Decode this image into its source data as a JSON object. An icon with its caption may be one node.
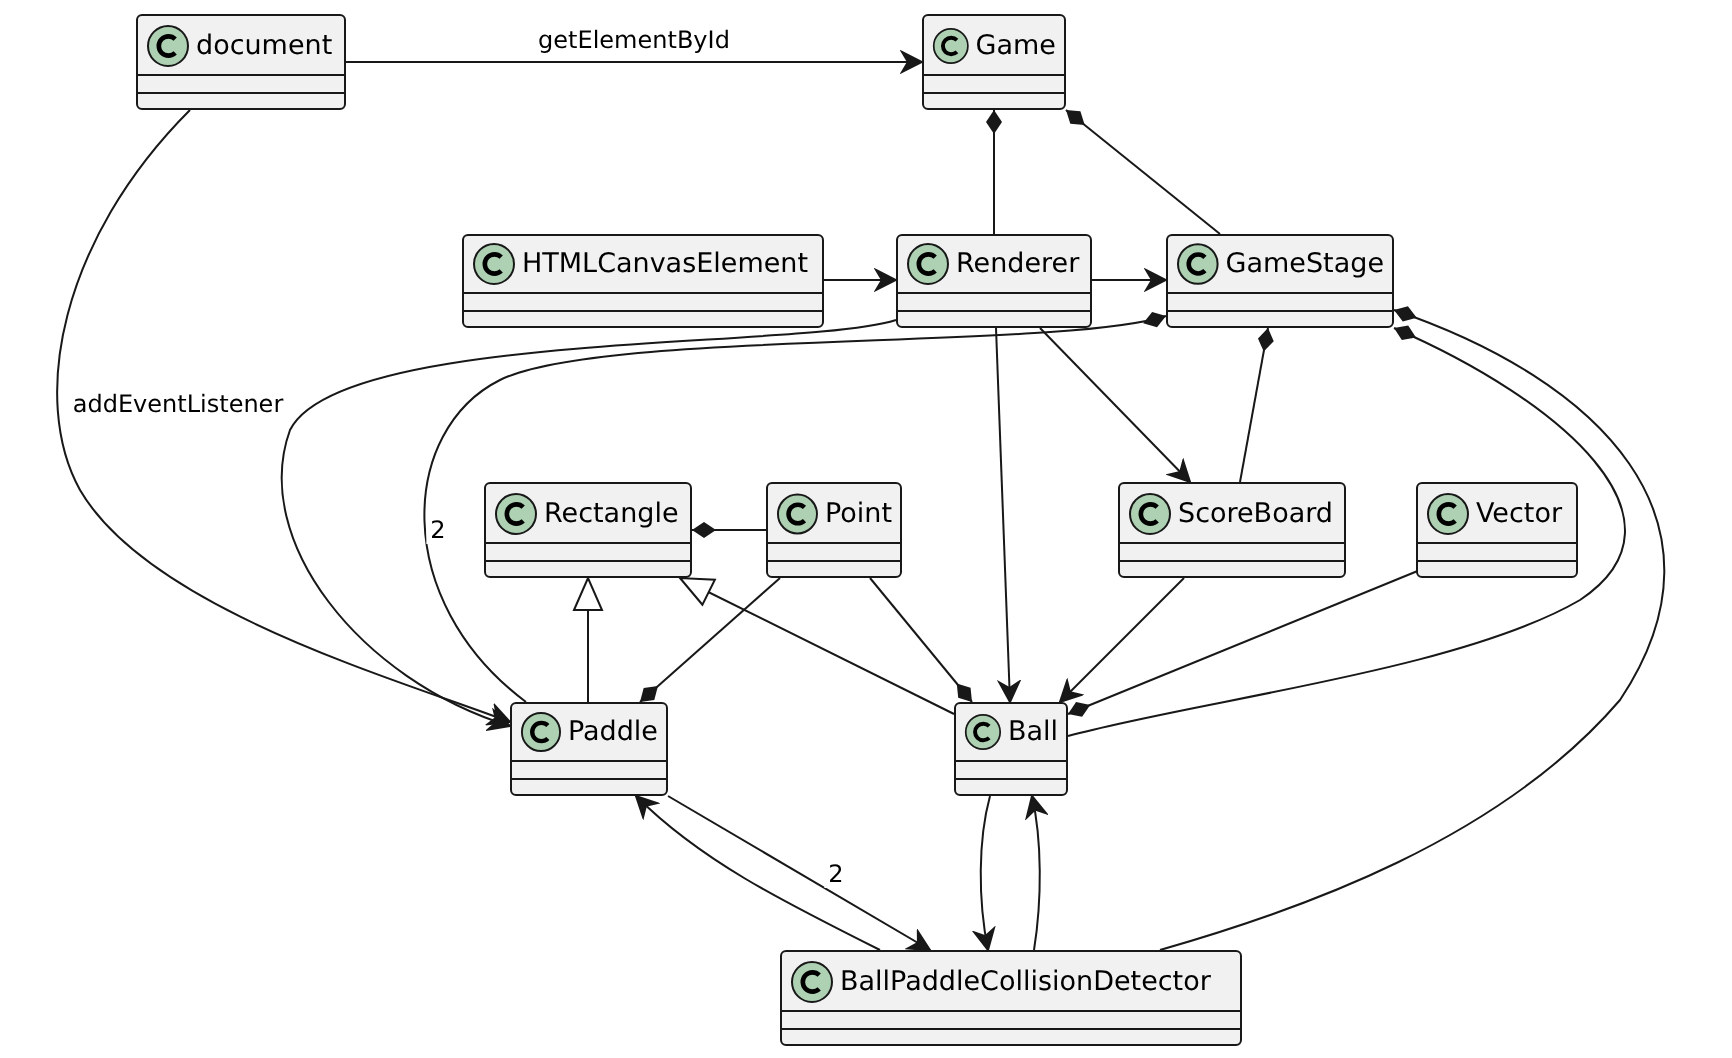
{
  "diagram": {
    "nodes": [
      {
        "text": [
          "document"
        ]
      },
      {
        "text": [
          "Game"
        ]
      },
      {
        "text": [
          "HTMLCanvasElement"
        ]
      },
      {
        "text": [
          "Renderer"
        ]
      },
      {
        "text": [
          "GameStage"
        ]
      },
      {
        "text": [
          "Rectangle"
        ]
      },
      {
        "text": [
          "Point"
        ]
      },
      {
        "text": [
          "ScoreBoard"
        ]
      },
      {
        "text": [
          "Vector"
        ]
      },
      {
        "text": [
          "Paddle"
        ]
      },
      {
        "text": [
          "Ball"
        ]
      },
      {
        "text": [
          "BallPaddleCollisionDetector"
        ]
      }
    ],
    "edges": [
      {
        "from": 0,
        "to": 1,
        "arrow": "to",
        "label": "getElementById"
      },
      {
        "from": 0,
        "to": 9,
        "arrow": "to",
        "label": "addEventListener"
      },
      {
        "from": 1,
        "to": 3,
        "arrow": "other"
      },
      {
        "from": 1,
        "to": 4,
        "arrow": "other"
      },
      {
        "from": 2,
        "to": 3,
        "arrow": "to"
      },
      {
        "from": 3,
        "to": 4,
        "arrow": "to"
      },
      {
        "from": 3,
        "to": 9,
        "arrow": "to"
      },
      {
        "from": 4,
        "to": 9,
        "arrow": "other",
        "label": "2"
      },
      {
        "from": 3,
        "to": 7,
        "arrow": "to"
      },
      {
        "from": 3,
        "to": 10,
        "arrow": "to"
      },
      {
        "from": 4,
        "to": 7,
        "arrow": "other"
      },
      {
        "from": 4,
        "to": 10,
        "arrow": "other"
      },
      {
        "from": 4,
        "to": 11,
        "arrow": "other"
      },
      {
        "from": 5,
        "to": 6,
        "arrow": "other"
      },
      {
        "from": 9,
        "to": 5,
        "arrow": "to"
      },
      {
        "from": 10,
        "to": 5,
        "arrow": "to"
      },
      {
        "from": 9,
        "to": 6,
        "arrow": "other"
      },
      {
        "from": 10,
        "to": 6,
        "arrow": "other"
      },
      {
        "from": 7,
        "to": 10,
        "arrow": "to"
      },
      {
        "from": 10,
        "to": 8,
        "arrow": "other"
      },
      {
        "from": 9,
        "to": 11,
        "arrow": "to",
        "label": "2"
      },
      {
        "from": 11,
        "to": 9,
        "arrow": "to"
      },
      {
        "from": 10,
        "to": 11,
        "arrow": "to"
      },
      {
        "from": 11,
        "to": 10,
        "arrow": "to"
      }
    ]
  }
}
